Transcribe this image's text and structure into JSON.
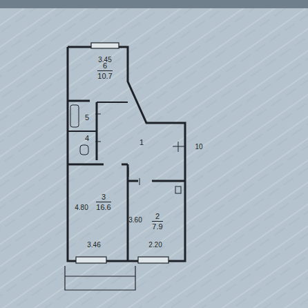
{
  "diagram": {
    "nodes": [
      {
        "text": [
          "6",
          "10.7"
        ]
      },
      {
        "text": [
          "5"
        ]
      },
      {
        "text": [
          "4"
        ]
      },
      {
        "text": [
          "1"
        ]
      },
      {
        "text": [
          "3",
          "16.6"
        ]
      },
      {
        "text": [
          "2",
          "7.9"
        ]
      }
    ],
    "labels": [
      "3.45",
      "10",
      "4.80",
      "3.60",
      "3.46",
      "2.20"
    ]
  }
}
